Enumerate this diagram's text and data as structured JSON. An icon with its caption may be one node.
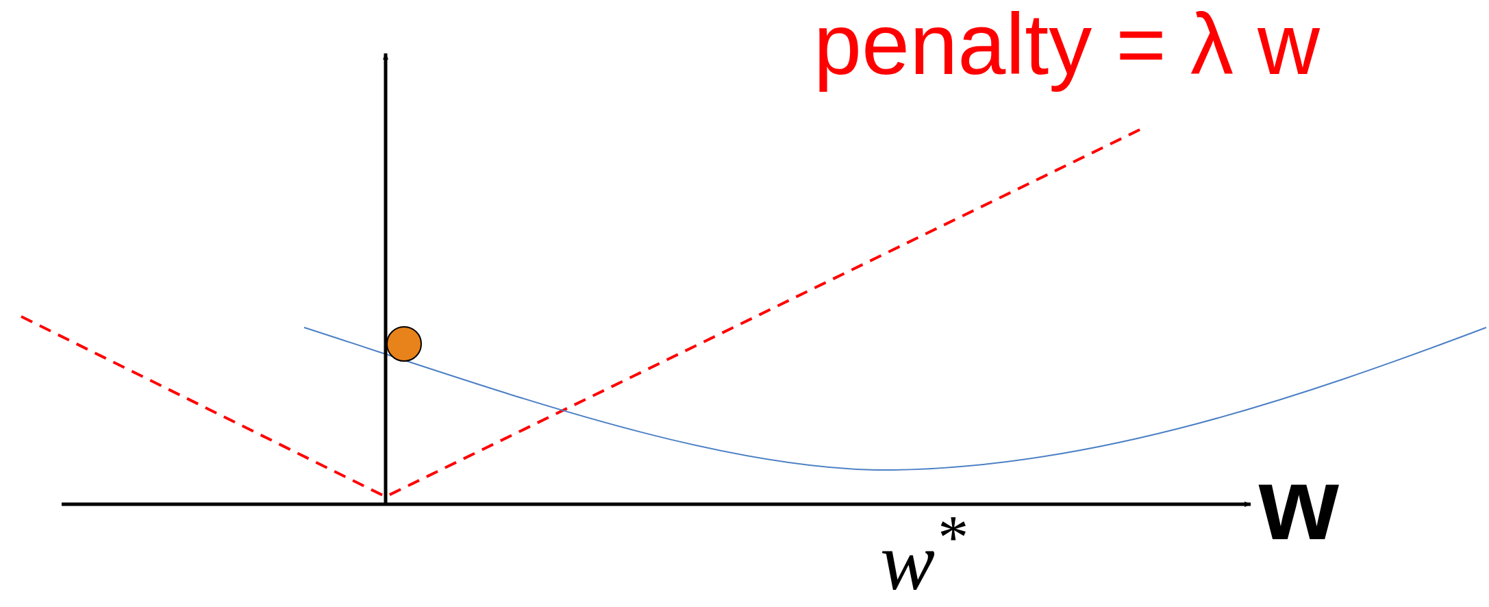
{
  "diagram": {
    "labels": [
      "penalty = λ w",
      "w",
      "w$^{*}$"
    ]
  }
}
